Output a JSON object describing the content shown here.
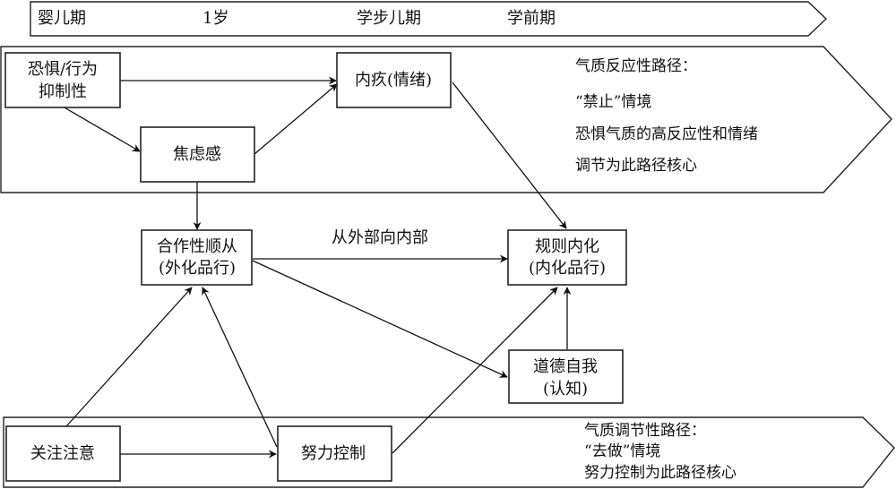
{
  "timeline": {
    "stages": [
      "婴儿期",
      "1岁",
      "学步儿期",
      "学前期"
    ]
  },
  "reactive_path": {
    "lines": [
      "气质反应性路径：",
      "“禁止”情境",
      "恐惧气质的高反应性和情绪",
      "调节为此路径核心"
    ]
  },
  "regulatory_path": {
    "lines": [
      "气质调节性路径：",
      "“去做”情境",
      "努力控制为此路径核心"
    ]
  },
  "nodes": {
    "fear": [
      "恐惧/行为",
      "抑制性"
    ],
    "guilt": [
      "内疚(情绪)"
    ],
    "anxiety": [
      "焦虑感"
    ],
    "compliance": [
      "合作性顺从",
      "(外化品行)"
    ],
    "internalization": [
      "规则内化",
      "(内化品行)"
    ],
    "moral_self": [
      "道德自我",
      "(认知)"
    ],
    "attention": [
      "关注注意"
    ],
    "effortful": [
      "努力控制"
    ]
  },
  "middle_label": "从外部向内部",
  "edges": [
    {
      "from": "fear",
      "to": "guilt"
    },
    {
      "from": "fear",
      "to": "anxiety"
    },
    {
      "from": "anxiety",
      "to": "guilt"
    },
    {
      "from": "anxiety",
      "to": "compliance"
    },
    {
      "from": "guilt",
      "to": "internalization"
    },
    {
      "from": "compliance",
      "to": "internalization"
    },
    {
      "from": "compliance",
      "to": "moral_self"
    },
    {
      "from": "moral_self",
      "to": "internalization"
    },
    {
      "from": "attention",
      "to": "compliance"
    },
    {
      "from": "effortful",
      "to": "compliance"
    },
    {
      "from": "effortful",
      "to": "internalization"
    },
    {
      "from": "attention",
      "to": "effortful"
    }
  ]
}
